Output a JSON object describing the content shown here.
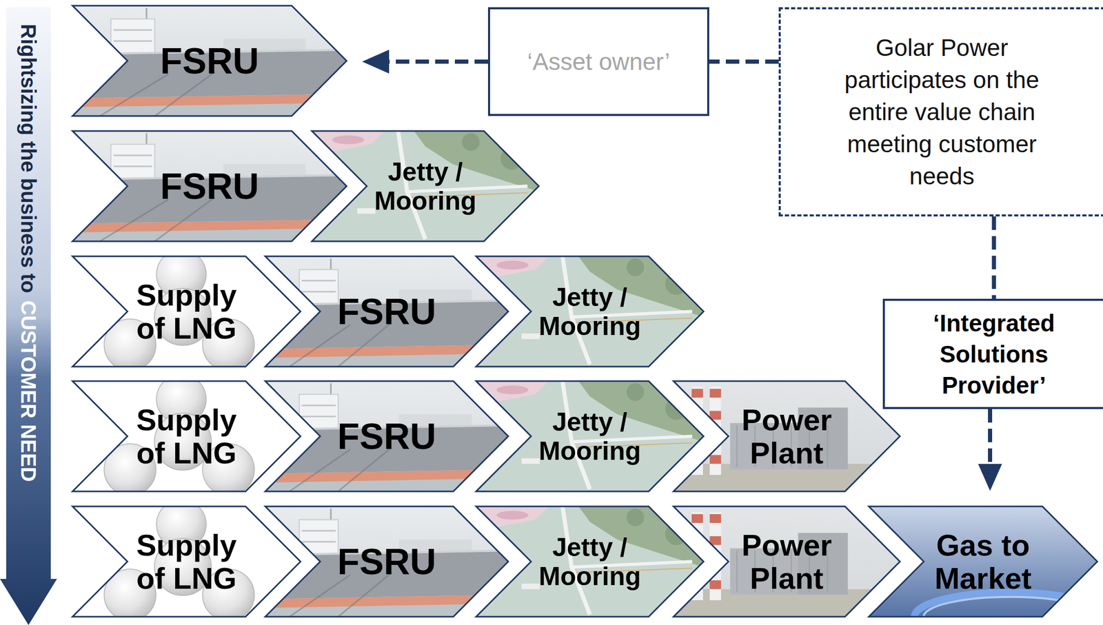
{
  "diagram": {
    "nodes": [
      {
        "text": [
          "FSRU"
        ]
      },
      {
        "text": [
          "‘Asset owner’"
        ]
      },
      {
        "text": [
          "Golar Power participates on the entire value chain meeting customer needs"
        ]
      },
      {
        "text": [
          "FSRU"
        ]
      },
      {
        "text": [
          "Jetty / Mooring"
        ]
      },
      {
        "text": [
          "Supply of LNG"
        ]
      },
      {
        "text": [
          "FSRU"
        ]
      },
      {
        "text": [
          "Jetty / Mooring"
        ]
      },
      {
        "text": [
          "‘Integrated Solutions Provider’"
        ]
      },
      {
        "text": [
          "Supply of LNG"
        ]
      },
      {
        "text": [
          "FSRU"
        ]
      },
      {
        "text": [
          "Jetty / Mooring"
        ]
      },
      {
        "text": [
          "Power Plant"
        ]
      },
      {
        "text": [
          "Supply of LNG"
        ]
      },
      {
        "text": [
          "FSRU"
        ]
      },
      {
        "text": [
          "Jetty / Mooring"
        ]
      },
      {
        "text": [
          "Power Plant"
        ]
      },
      {
        "text": [
          "Gas to Market"
        ]
      }
    ],
    "edges": [
      {
        "from": 2,
        "to": 1,
        "arrow": "none"
      },
      {
        "from": 1,
        "to": 0,
        "arrow": "to"
      },
      {
        "from": 2,
        "to": 8,
        "arrow": "none"
      },
      {
        "from": 8,
        "to": 17,
        "arrow": "to"
      }
    ],
    "labels": [
      "Rightsizing the business to",
      "CUSTOMER NEED"
    ]
  }
}
